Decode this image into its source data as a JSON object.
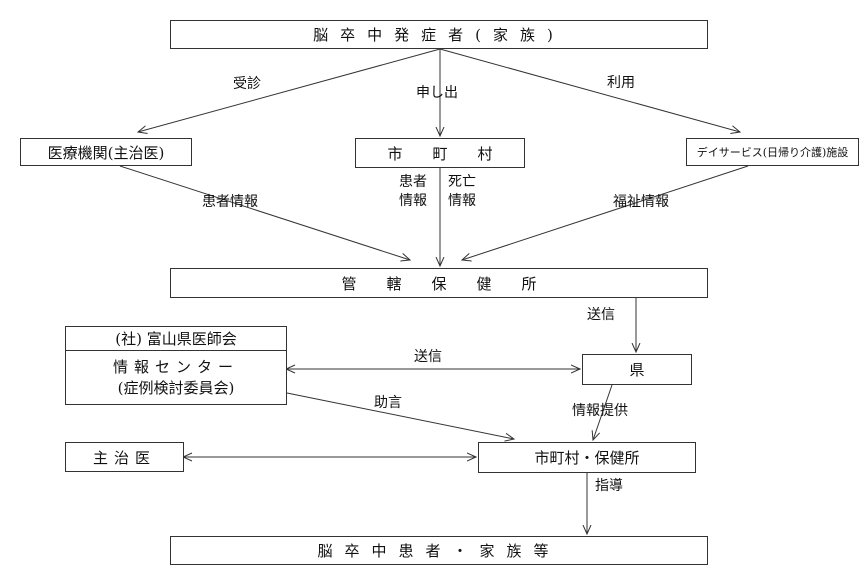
{
  "nodes": {
    "patient_top": "脳卒中発症者(家族)",
    "medical": "医療機関(主治医)",
    "municipality": "市町村",
    "dayservice": "デイサービス(日帰り介護)施設",
    "health_center": "管轄保健所",
    "assoc_header": "(社) 富山県医師会",
    "info_center_1": "情報センター",
    "info_center_2": "(症例検討委員会)",
    "prefecture": "県",
    "doctor": "主治医",
    "municipality_hc": "市町村・保健所",
    "patient_bottom": "脳卒中患者・家族等"
  },
  "edges": {
    "consult": "受診",
    "report": "申し出",
    "use": "利用",
    "patient_info_left": "患者情報",
    "patient_info_mid_1": "患者",
    "patient_info_mid_2": "情報",
    "death_info_1": "死亡",
    "death_info_2": "情報",
    "welfare_info": "福祉情報",
    "send_right": "送信",
    "send_mid": "送信",
    "advice": "助言",
    "info_provide": "情報提供",
    "guidance": "指導"
  }
}
